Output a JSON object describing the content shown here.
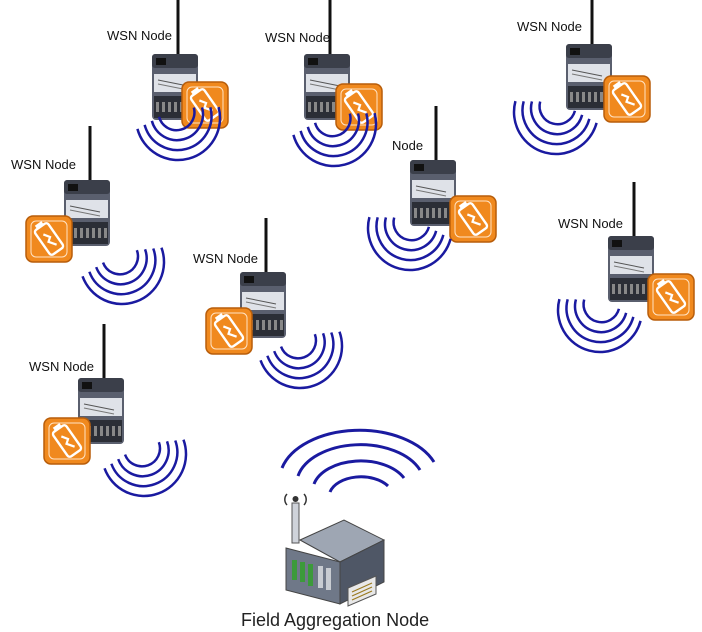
{
  "diagram": {
    "nodes": [
      {
        "label": "WSN Node"
      },
      {
        "label": "WSN Node"
      },
      {
        "label": "WSN Node"
      },
      {
        "label": "WSN Node"
      },
      {
        "label": "Node"
      },
      {
        "label": "WSN Node"
      },
      {
        "label": "WSN Node"
      },
      {
        "label": "WSN Node"
      }
    ],
    "aggregation_node": {
      "label": "Field Aggregation Node"
    },
    "colors": {
      "wave": "#1a1aa0",
      "battery_badge": "#f0891e",
      "device_body": "#5a5f6e",
      "device_front": "#dfe2e8",
      "antenna": "#111111"
    },
    "icons": {
      "node_device": "wsn-node-device-icon",
      "battery": "battery-charging-icon",
      "aggregator": "server-gateway-icon",
      "signal": "radio-waves-icon"
    }
  }
}
